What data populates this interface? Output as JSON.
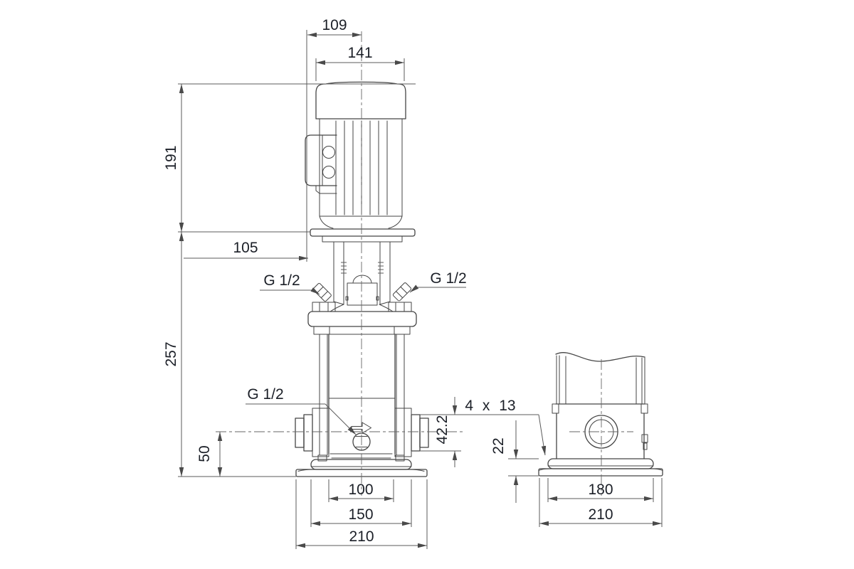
{
  "drawing": {
    "title": "pump-dimensional-drawing",
    "colors": {
      "outline": "#454545",
      "dimension_line": "#5b5b5b",
      "text": "#1b1f27",
      "background": "#ffffff"
    },
    "labels": {
      "motor_depth": "109",
      "motor_width": "141",
      "motor_height": "191",
      "head_clearance": "105",
      "pump_height": "257",
      "port_center_height": "50",
      "vent_plug_left": "G 1/2",
      "vent_plug_right": "G 1/2",
      "drain_plug": "G 1/2",
      "port_flange_od": "42.2",
      "base_inner_width": "100",
      "base_bolt_span_front": "150",
      "base_width_front": "210",
      "base_holes_note": "4 x 13",
      "base_height": "22",
      "base_bolt_span_side": "180",
      "base_width_side": "210"
    }
  }
}
